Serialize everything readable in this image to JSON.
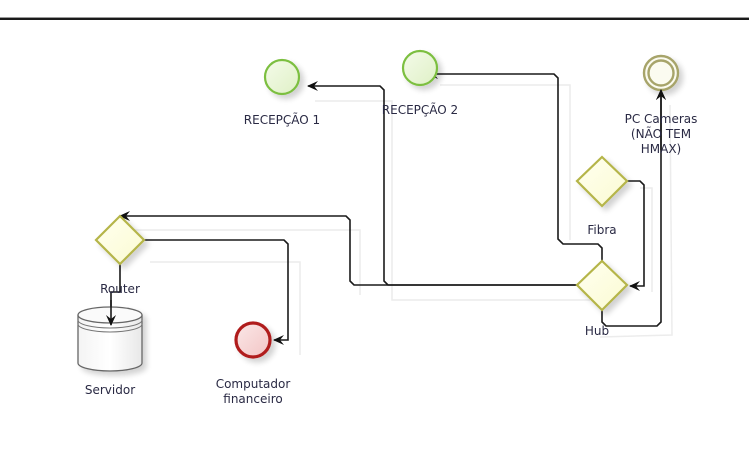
{
  "diagram": {
    "type": "BPMN-style network diagram",
    "nodes": [
      {
        "id": "recepcao1",
        "label": "RECEPÇÃO 1",
        "shape": "end-event-circle",
        "color": "#7cbf3f",
        "fill": "#eaf7d6"
      },
      {
        "id": "recepcao2",
        "label": "RECEPÇÃO 2",
        "shape": "end-event-circle",
        "color": "#7cbf3f",
        "fill": "#eaf7d6"
      },
      {
        "id": "pccameras",
        "label_lines": [
          "PC Cameras",
          "(NÃO TEM",
          "HMAX)"
        ],
        "shape": "double-circle",
        "color": "#a7a46a",
        "fill": "#fbfbf0"
      },
      {
        "id": "fibra",
        "label": "Fibra",
        "shape": "gateway-diamond",
        "color": "#b5b54a",
        "fill": "#fdfde0"
      },
      {
        "id": "hub",
        "label": "Hub",
        "shape": "gateway-diamond",
        "color": "#b5b54a",
        "fill": "#fdfde0"
      },
      {
        "id": "router",
        "label": "Router",
        "shape": "gateway-diamond",
        "color": "#b5b54a",
        "fill": "#fdfde0"
      },
      {
        "id": "servidor",
        "label": "Servidor",
        "shape": "data-store-cylinder",
        "color": "#555555",
        "fill": "#ffffff"
      },
      {
        "id": "computador",
        "label_lines": [
          "Computador",
          "financeiro"
        ],
        "shape": "end-event-thick-circle",
        "color": "#b01c1c",
        "fill": "#f7d6d6"
      }
    ],
    "connections": [
      {
        "from": "hub",
        "to": "recepcao1"
      },
      {
        "from": "hub",
        "to": "recepcao2"
      },
      {
        "from": "hub",
        "to": "pccameras"
      },
      {
        "from": "fibra",
        "to": "hub"
      },
      {
        "from": "hub",
        "to": "router"
      },
      {
        "from": "router",
        "to": "servidor"
      },
      {
        "from": "router",
        "to": "computador"
      }
    ]
  }
}
